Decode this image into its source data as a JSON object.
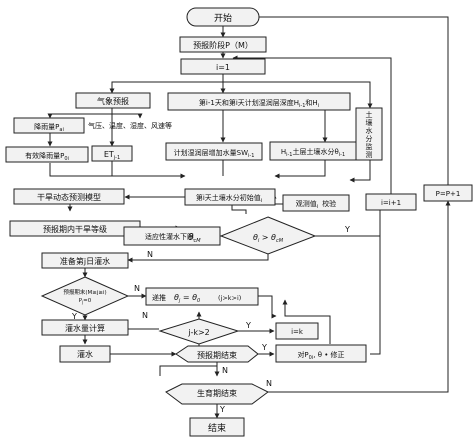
{
  "flowchart": {
    "start": "开始",
    "forecast_stage": "预报阶段P（M）",
    "init_i": "i=1",
    "weather_forecast": "气象预报",
    "planned_depth": "第i-1天和第i天计划湿润层深度H",
    "planned_depth_sub1": "i-1",
    "planned_depth_and": "和H",
    "planned_depth_sub2": "i",
    "soil_moisture_monitor": [
      "土",
      "壤",
      "水",
      "分",
      "监",
      "测"
    ],
    "rainfall_forecast": "降雨量P",
    "rainfall_forecast_sub": "ai",
    "meteorological_factors": "气压、温度、湿度、风速等",
    "effective_rainfall": "有效降雨量P",
    "effective_rainfall_sub": "0i",
    "et": "ET",
    "et_sub": "j-1",
    "depth_increase": "计划湿润层增加水量SW",
    "depth_increase_sub": "i-1",
    "upper_moisture": "H",
    "upper_moisture_sub": "i-1",
    "upper_moisture_tail": "土层土壤水分θ",
    "upper_moisture_tail_sub": "i-1",
    "drought_model": "干旱动态预测模型",
    "initial_moisture": "第i天土壤水分初始值",
    "initial_moisture_sub": "i",
    "observed_value": "观测值",
    "observed_sub": "i",
    "check": "校验",
    "drought_level": "预报期内干旱等级",
    "threshold": "适应性灌水下限",
    "threshold_symbol": "θ",
    "threshold_sub": "cM",
    "decision_compare": "θ",
    "decision_compare_sub1": "i",
    "decision_compare_op": " > θ",
    "decision_compare_sub2": "cM",
    "ready_irrigation": "准备第j日灌水",
    "forecast_check": "预报期末(M≥j≥i)",
    "forecast_check_l2": "P",
    "forecast_check_l2_sub": "j",
    "forecast_check_l2_tail": "=0",
    "recurse": "递推",
    "recurse_formula": "θ",
    "recurse_sub1": "j",
    "recurse_eq": " = θ",
    "recurse_sub2": "0",
    "recurse_cond": "(j>k>i)",
    "compute_irrigation": "灌水量计算",
    "compare_jk": "j-k>2",
    "assign_i": "i=k",
    "irrigate": "灌水",
    "forecast_end": "预报期结束",
    "correction": "对P",
    "correction_sub": "0i",
    "correction_tail": ", θ • 修正",
    "increment": "i=i+1",
    "period_increment": "P=P+1",
    "growth_end": "生育期结束",
    "end": "结束",
    "yes": "Y",
    "no": "N"
  },
  "chart_data": {
    "type": "flowchart"
  }
}
